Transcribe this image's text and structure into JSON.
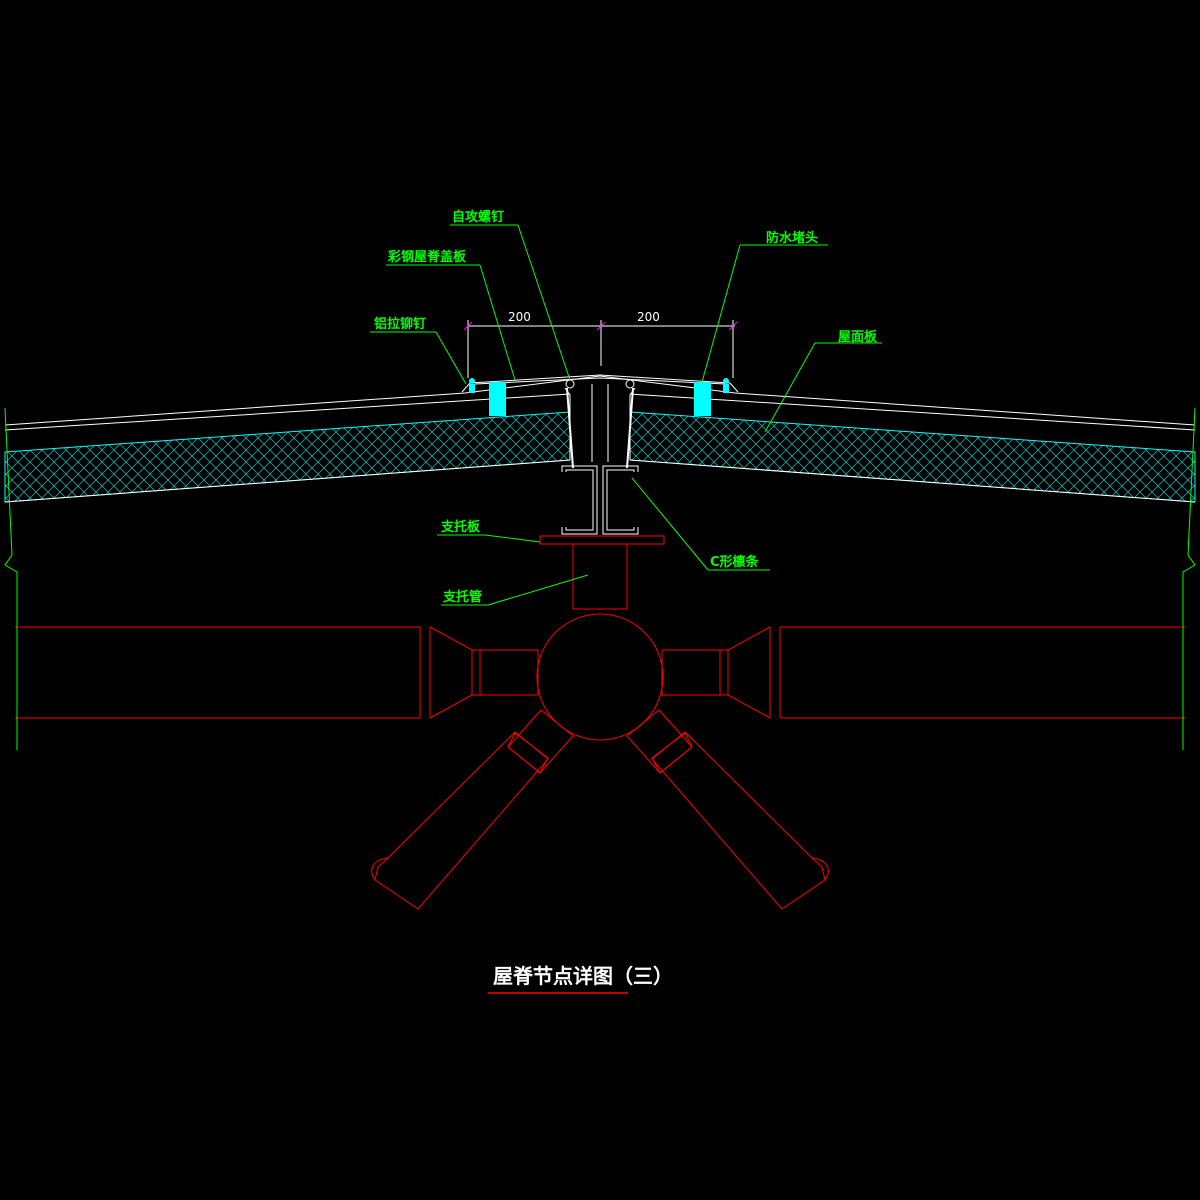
{
  "labels": {
    "self_tapping_screw": "自攻螺钉",
    "ridge_cover_plate": "彩钢屋脊盖板",
    "aluminum_rivet": "铝拉铆钉",
    "waterproof_plug": "防水堵头",
    "roof_panel": "屋面板",
    "support_plate": "支托板",
    "support_tube": "支托管",
    "c_purlin": "C形檩条"
  },
  "dimensions": {
    "left": "200",
    "right": "200"
  },
  "title": "屋脊节点详图（三）",
  "colors": {
    "background": "#000000",
    "label_text": "#00ff00",
    "steel_structure": "#ff0000",
    "insulation_hatch": "#00ffff",
    "sheet_metal": "#ffffff",
    "dimension_tick": "#ff00ff"
  }
}
